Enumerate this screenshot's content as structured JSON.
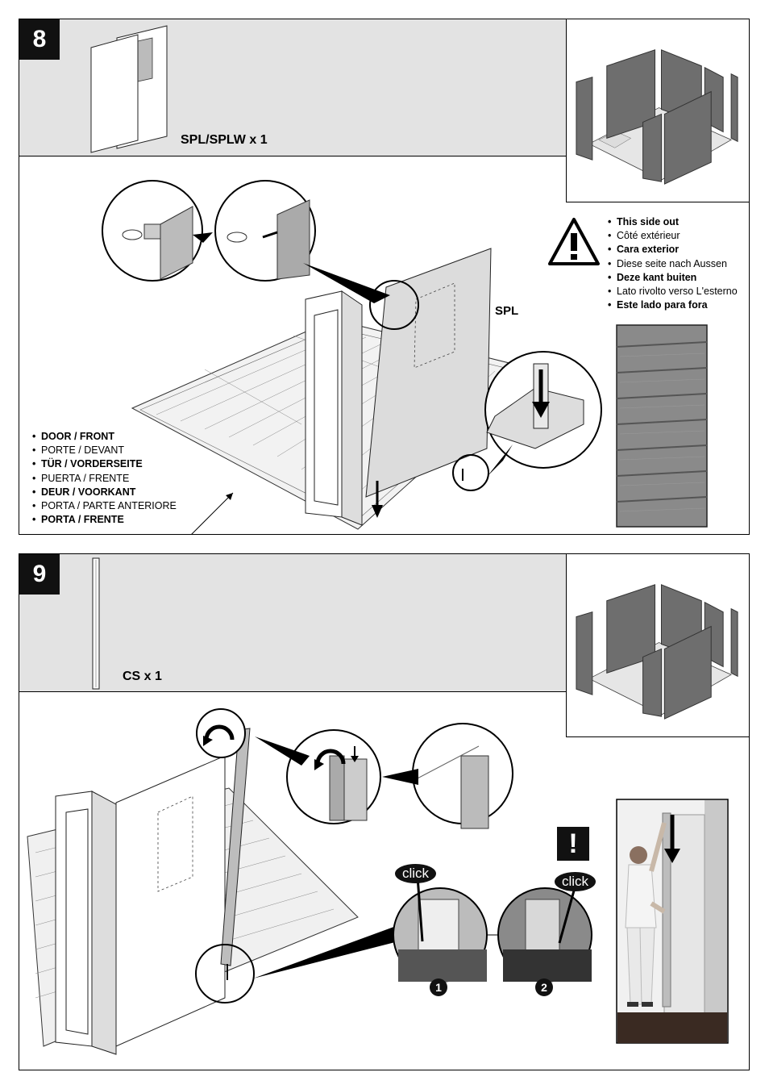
{
  "step8": {
    "number": "8",
    "part_label": "SPL/SPLW x 1",
    "spl_label": "SPL",
    "warning": [
      {
        "text": "This side out",
        "bold": true
      },
      {
        "text": "Côté extérieur",
        "bold": false
      },
      {
        "text": "Cara exterior",
        "bold": true
      },
      {
        "text": "Diese seite nach Aussen",
        "bold": false
      },
      {
        "text": "Deze kant buiten",
        "bold": true
      },
      {
        "text": "Lato rivolto verso L'esterno",
        "bold": false
      },
      {
        "text": "Este lado para fora",
        "bold": true
      }
    ],
    "door_front": [
      {
        "text": "DOOR / FRONT",
        "bold": true
      },
      {
        "text": "PORTE / DEVANT",
        "bold": false
      },
      {
        "text": "TÜR / VORDERSEITE",
        "bold": true
      },
      {
        "text": "PUERTA / FRENTE",
        "bold": false
      },
      {
        "text": "DEUR / VOORKANT",
        "bold": true
      },
      {
        "text": "PORTA / PARTE ANTERIORE",
        "bold": false
      },
      {
        "text": "PORTA / FRENTE",
        "bold": true
      }
    ]
  },
  "step9": {
    "number": "9",
    "part_label": "CS x 1",
    "click_label": "click",
    "detail_numbers": [
      "1",
      "2"
    ],
    "attention": "!"
  },
  "colors": {
    "header_gray": "#e3e3e3",
    "panel_dark": "#6e6e6e",
    "black": "#111111"
  }
}
